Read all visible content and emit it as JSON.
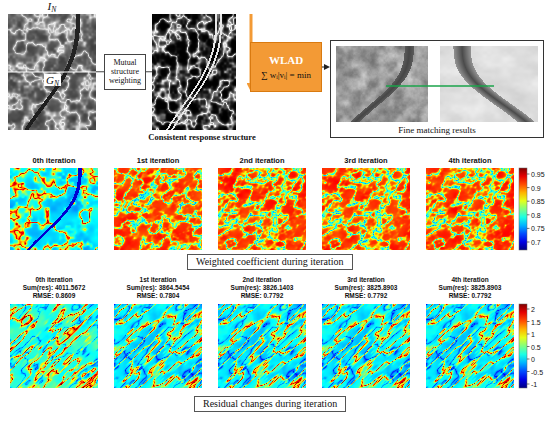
{
  "diagram": {
    "nodes": [
      {
        "text": [
          "IN",
          "GN"
        ]
      },
      {
        "text": [
          "Mutual structure weighting"
        ]
      },
      {
        "text": [
          "Consistent response structure"
        ]
      },
      {
        "text": [
          "WLAD",
          "∑ wᵢ|vᵢ| = min"
        ]
      },
      {
        "text": [
          "Fine matching results"
        ]
      },
      {
        "text": [
          "Weighted coefficient during iteration"
        ]
      },
      {
        "text": [
          "Residual changes during iteration"
        ]
      }
    ],
    "edges": [
      {
        "from": 0,
        "to": 1,
        "arrow": "none"
      },
      {
        "from": 1,
        "to": 2,
        "arrow": "none"
      },
      {
        "from": 2,
        "to": 3,
        "arrow": "to"
      },
      {
        "from": 3,
        "to": 4,
        "arrow": "to"
      }
    ],
    "labels": [
      "0th iteration",
      "1st iteration",
      "2nd iteration",
      "3rd iteration",
      "4th iteration",
      "0.95",
      "0.9",
      "0.85",
      "0.8",
      "0.75",
      "0.7",
      "0th iteration",
      "Sum(res): 4011.5672",
      "RMSE: 0.8609",
      "1st iteration",
      "Sum(res): 3864.5454",
      "RMSE: 0.7804",
      "2nd iteration",
      "Sum(res): 3826.1403",
      "RMSE: 0.7792",
      "3rd iteration",
      "Sum(res): 3825.8903",
      "RMSE: 0.7792",
      "4th iteration",
      "Sum(res): 3825.8903",
      "RMSE: 0.7792",
      "2",
      "1.5",
      "1",
      "0.5",
      "0",
      "-0.5",
      "-1"
    ]
  }
}
